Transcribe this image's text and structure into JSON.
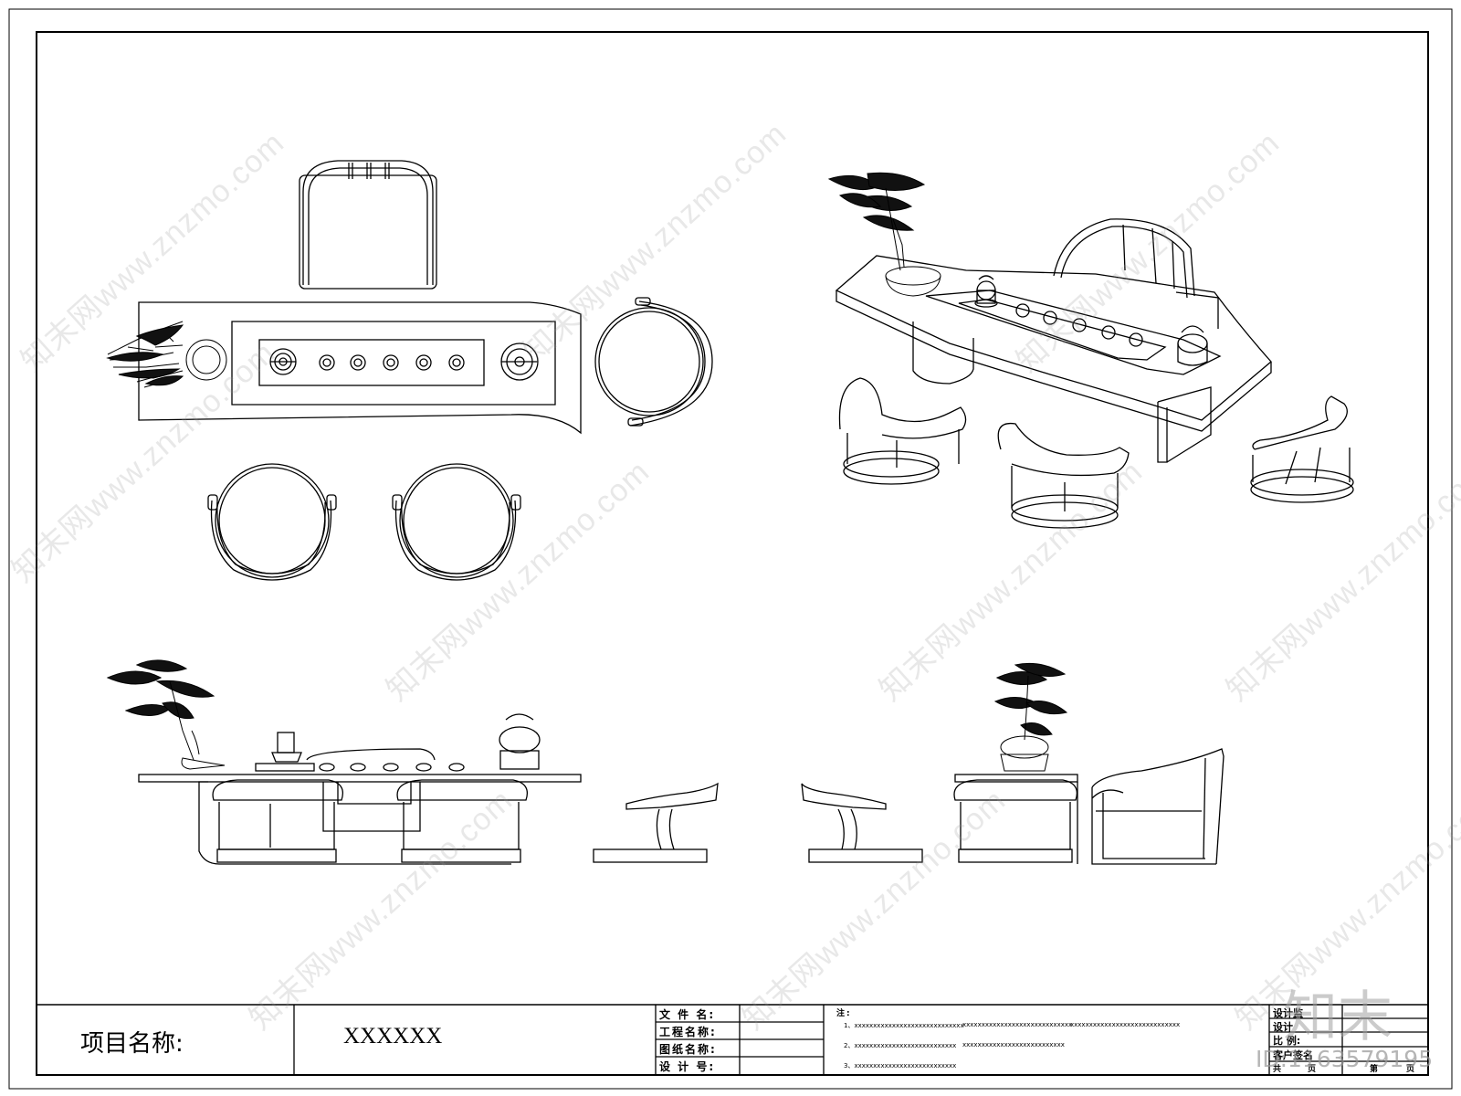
{
  "title_block": {
    "project_label": "项目名称:",
    "project_value": "XXXXXX",
    "file_name_label": "文 件 名:",
    "engineering_name_label": "工程名称:",
    "drawing_name_label": "图纸名称:",
    "design_number_label": "设 计 号:",
    "notes_label": "注:",
    "note_1a": "1、xxxxxxxxxxxxxxxxxxxxxxxxxxxxx",
    "note_1b": "xxxxxxxxxxxxxxxxxxxxxxxxxxxxx",
    "note_1c": "xxxxxxxxxxxxxxxxxxxxxxxxxxxxx",
    "note_2a": "2、xxxxxxxxxxxxxxxxxxxxxxxxxxx",
    "note_2b": "xxxxxxxxxxxxxxxxxxxxxxxxxxx",
    "note_3": "3、xxxxxxxxxxxxxxxxxxxxxxxxxxx",
    "design_review_label": "设计监",
    "designer_label": "设计",
    "scale_label": "比  例:",
    "client_sign_label": "客户签名",
    "total_label": "共",
    "page_label": "页",
    "sheet_label": "第",
    "sheet_page_label": "页"
  },
  "watermark": {
    "text": "知末网www.znzmo.com",
    "brand": "知末",
    "image_id": "ID:1163579195"
  },
  "icons": [
    "tea-table-plan",
    "tea-table-perspective",
    "front-elevation",
    "side-elevation",
    "plant",
    "kettle",
    "chair"
  ]
}
